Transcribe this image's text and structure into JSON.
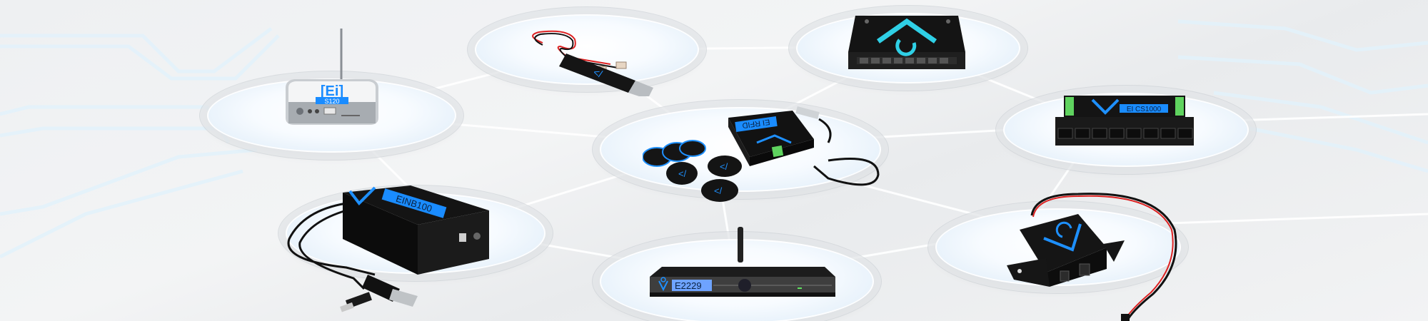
{
  "banner": {
    "accent_color": "#1e90ff",
    "label_bg_color": "#1a8cff",
    "device_color": "#111111",
    "terminal_color": "#5fd35f"
  },
  "devices": {
    "center": {
      "name": "RFID reader with key fobs",
      "label": "EI RFID"
    },
    "top_left": {
      "name": "set-top box",
      "brand": "[Ei]",
      "label": "S120"
    },
    "top_usb": {
      "name": "USB cable interface",
      "label": ""
    },
    "top_right": {
      "name": "black controller hub",
      "label": ""
    },
    "right": {
      "name": "channel controller",
      "label": "EI CS1000"
    },
    "bottom_left": {
      "name": "network bridge",
      "label": "EINB100"
    },
    "bottom_center": {
      "name": "media player",
      "label": "E2229"
    },
    "bottom_right": {
      "name": "switch module with cable",
      "label": ""
    }
  }
}
